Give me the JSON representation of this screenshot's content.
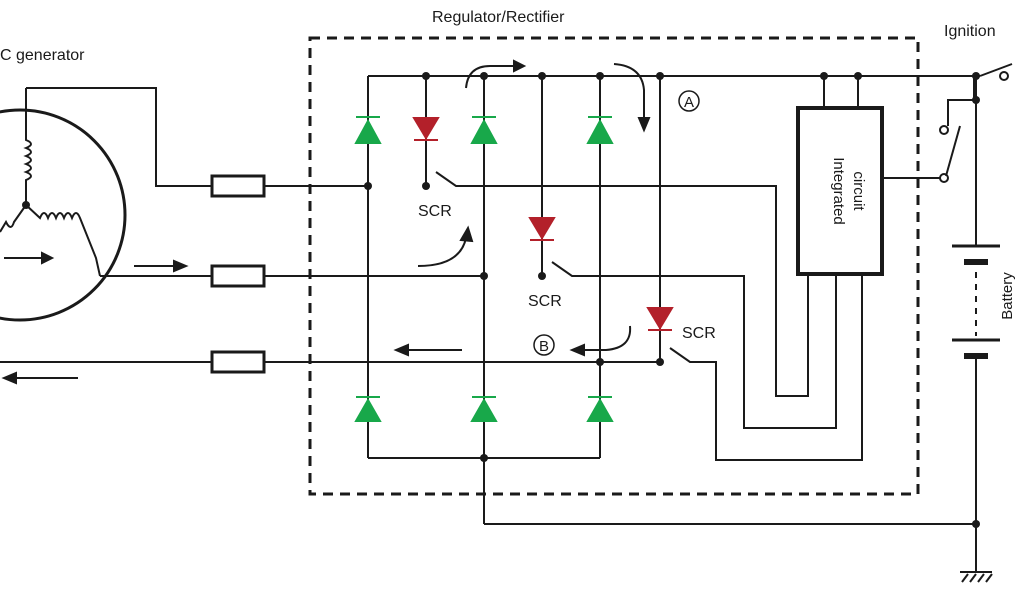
{
  "labels": {
    "generator": "C generator",
    "regulator": "Regulator/Rectifier",
    "ignition": "Ignition",
    "scr1": "SCR",
    "scr2": "SCR",
    "scr3": "SCR",
    "point_a": "A",
    "point_b": "B",
    "ic_line1": "Integrated",
    "ic_line2": "circuit",
    "battery": "Battery"
  },
  "colors": {
    "diode": "#18a84a",
    "scr": "#b3202a",
    "wire": "#1a1a1a",
    "background": "#ffffff"
  }
}
